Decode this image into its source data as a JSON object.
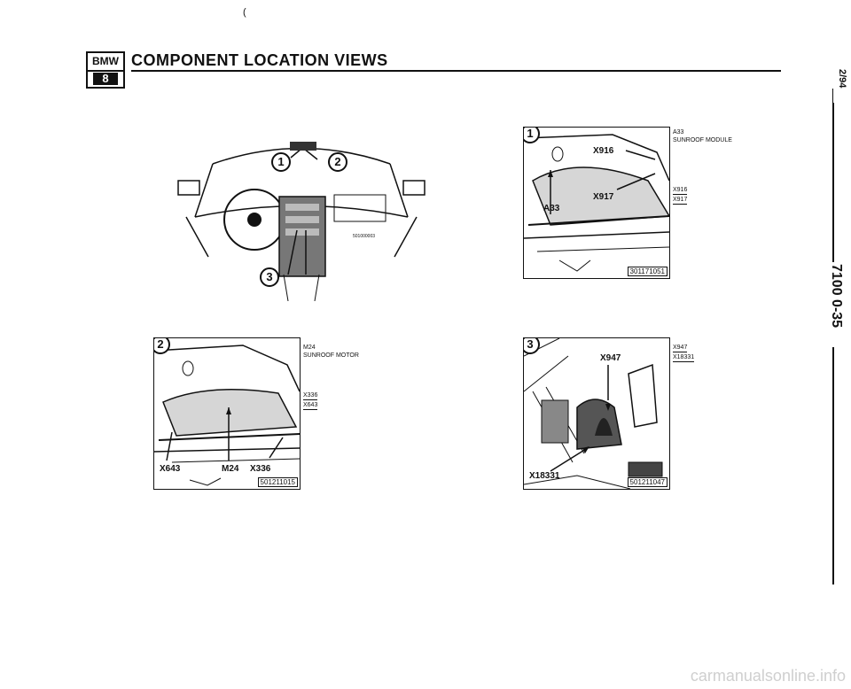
{
  "header": {
    "logo_top": "BMW",
    "logo_bottom": "8",
    "title": "COMPONENT LOCATION VIEWS",
    "stray_mark": "("
  },
  "side": {
    "date": "2/94",
    "page": "7100 0-35"
  },
  "overview": {
    "callouts": [
      "1",
      "2",
      "3"
    ],
    "code": "501000003"
  },
  "panel1": {
    "num": "1",
    "x916": "X916",
    "x917": "X917",
    "a33": "A33",
    "code": "301171051",
    "desc1": "A33",
    "desc2": "SUNROOF MODULE",
    "c1": "X916",
    "c2": "X917"
  },
  "panel2": {
    "num": "2",
    "x643": "X643",
    "m24": "M24",
    "x336": "X336",
    "code": "501211015",
    "desc1": "M24",
    "desc2": "SUNROOF MOTOR",
    "c1": "X336",
    "c2": "X643"
  },
  "panel3": {
    "num": "3",
    "x947": "X947",
    "x18331": "X18331",
    "code": "501211047",
    "c1": "X947",
    "c2": "X18331"
  },
  "footer": {
    "watermark": "carmanualsonline.info"
  }
}
